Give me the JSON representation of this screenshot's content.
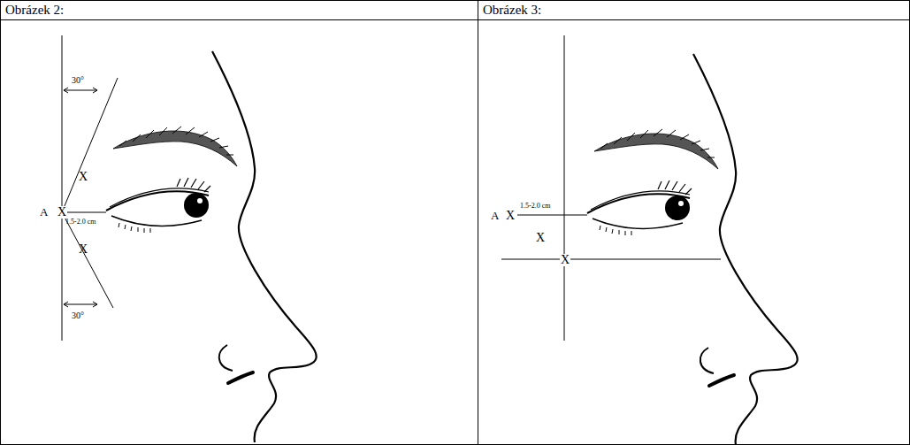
{
  "diagram": {
    "labels": [
      "Obrázek 2:",
      "Obrázek 3:",
      "30°",
      "X",
      "A",
      "X",
      "1.5-2.0 cm",
      "X",
      "30°",
      "A",
      "X",
      "1.5-2.0 cm",
      "X",
      "X"
    ]
  }
}
